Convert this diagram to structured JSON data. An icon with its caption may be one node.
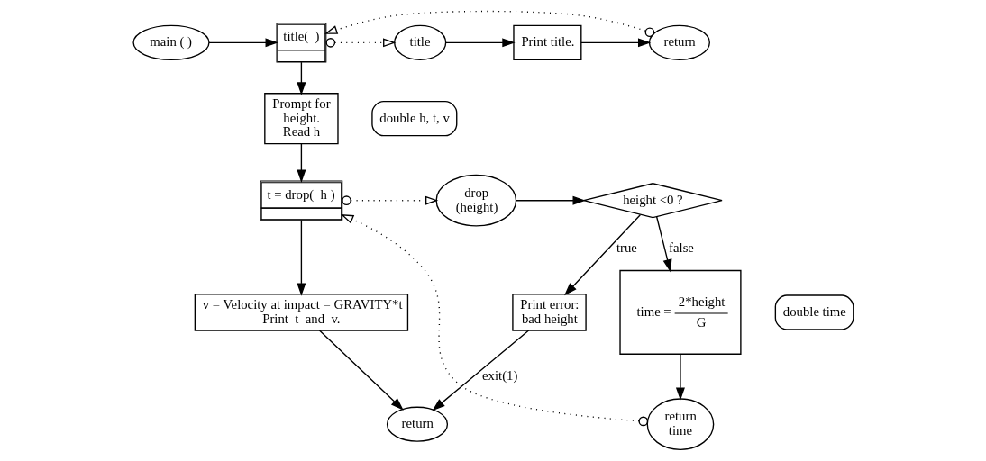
{
  "diagram": {
    "nodes": [
      {
        "text": [
          "main ( )"
        ]
      },
      {
        "text": [
          "double h, t, v"
        ]
      },
      {
        "text": [
          "title(  )"
        ]
      },
      {
        "text": [
          "title"
        ]
      },
      {
        "text": [
          "Print title."
        ]
      },
      {
        "text": [
          "return"
        ]
      },
      {
        "text": [
          "Prompt for height. Read h"
        ]
      },
      {
        "text": [
          "t = drop(  h )"
        ]
      },
      {
        "text": [
          "drop (height)"
        ]
      },
      {
        "text": [
          "double time"
        ]
      },
      {
        "text": [
          "height <0 ?"
        ]
      },
      {
        "text": [
          "Print error: bad height"
        ]
      },
      {
        "text": [
          "time =",
          "2*height",
          "G"
        ]
      },
      {
        "text": [
          "v = Velocity at impact = GRAVITY*t",
          "Print  t  and  v."
        ]
      },
      {
        "text": [
          "return"
        ]
      },
      {
        "text": [
          "return time"
        ]
      }
    ],
    "edges": [
      {
        "from": 0,
        "to": 2,
        "arrow": "to"
      },
      {
        "from": 2,
        "to": 3,
        "arrow": "to",
        "style": "dashed"
      },
      {
        "from": 3,
        "to": 4,
        "arrow": "to"
      },
      {
        "from": 4,
        "to": 5,
        "arrow": "to"
      },
      {
        "from": 5,
        "to": 2,
        "arrow": "to",
        "style": "dashed"
      },
      {
        "from": 2,
        "to": 6,
        "arrow": "to"
      },
      {
        "from": 6,
        "to": 7,
        "arrow": "to"
      },
      {
        "from": 7,
        "to": 8,
        "arrow": "to",
        "style": "dashed"
      },
      {
        "from": 8,
        "to": 10,
        "arrow": "to"
      },
      {
        "from": 10,
        "to": 11,
        "arrow": "to",
        "label": "true"
      },
      {
        "from": 10,
        "to": 12,
        "arrow": "to",
        "label": "false"
      },
      {
        "from": 11,
        "to": 14,
        "arrow": "to",
        "label": "exit(1)"
      },
      {
        "from": 12,
        "to": 15,
        "arrow": "to"
      },
      {
        "from": 15,
        "to": 7,
        "arrow": "to",
        "style": "dashed"
      },
      {
        "from": 7,
        "to": 13,
        "arrow": "to"
      },
      {
        "from": 13,
        "to": 14,
        "arrow": "to"
      }
    ]
  }
}
